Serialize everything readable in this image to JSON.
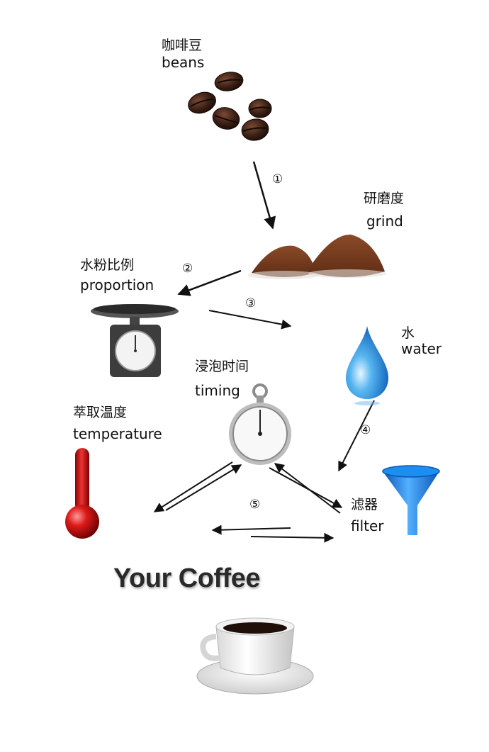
{
  "title": "Your Coffee",
  "nodes": {
    "beans": {
      "cn": "咖啡豆",
      "en": "beans",
      "color": "#3a1f14"
    },
    "grind": {
      "cn": "研磨度",
      "en": "grind",
      "color": "#7a4222"
    },
    "proportion": {
      "cn": "水粉比例",
      "en": "proportion",
      "color": "#444444"
    },
    "water": {
      "cn": "水",
      "en": "water",
      "color": "#1a7fd4"
    },
    "timing": {
      "cn": "浸泡时间",
      "en": "timing",
      "color": "#9a9a9a"
    },
    "temperature": {
      "cn": "萃取温度",
      "en": "temperature",
      "color": "#cc1111"
    },
    "filter": {
      "cn": "滤器",
      "en": "filter",
      "color": "#1b7fe0"
    }
  },
  "steps": [
    "①",
    "②",
    "③",
    "④",
    "⑤"
  ],
  "icons": [
    "coffee-beans-icon",
    "ground-coffee-icon",
    "kitchen-scale-icon",
    "water-drop-icon",
    "stopwatch-icon",
    "thermometer-icon",
    "funnel-filter-icon",
    "coffee-cup-icon"
  ]
}
